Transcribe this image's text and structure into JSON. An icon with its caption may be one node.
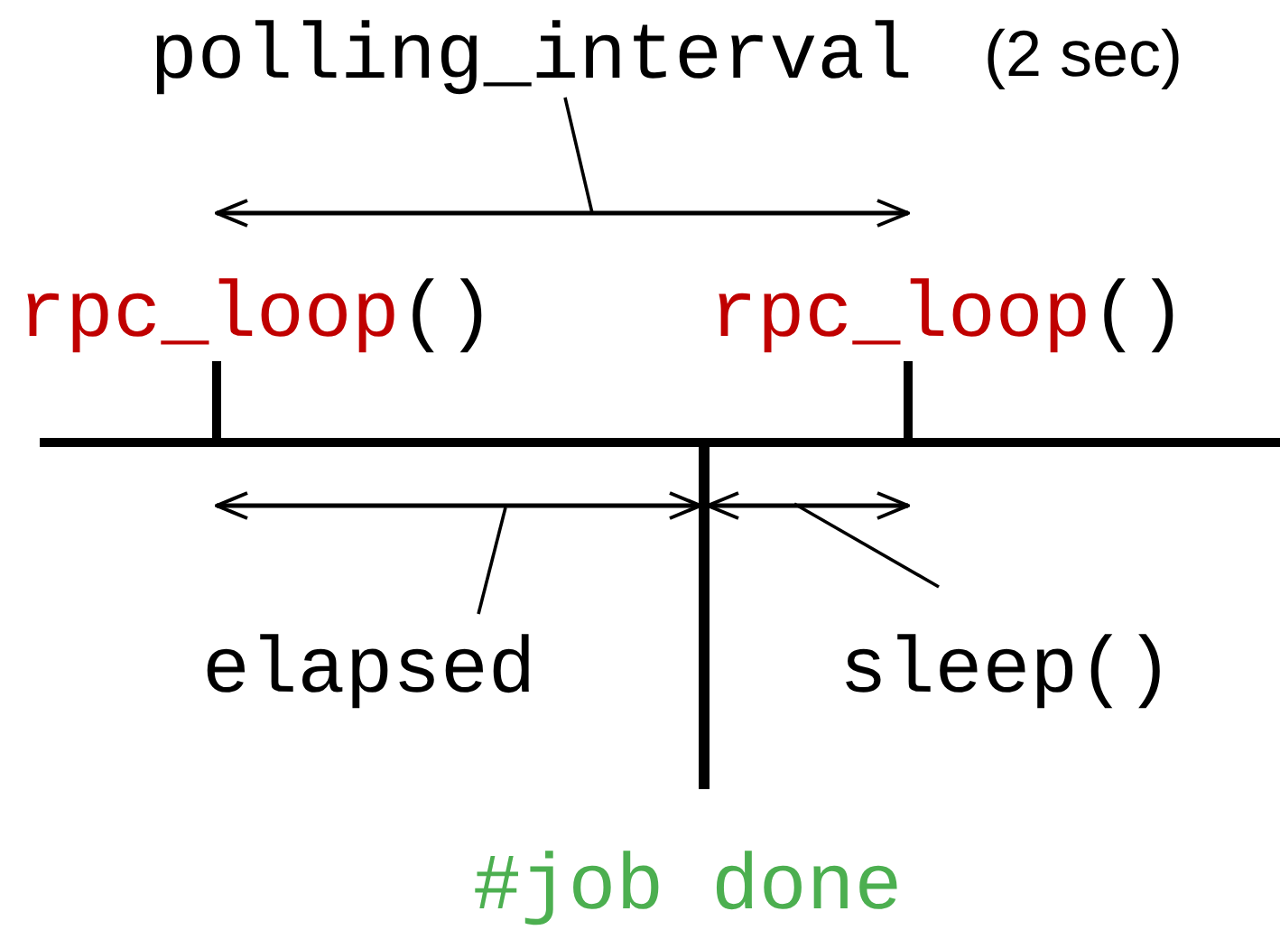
{
  "diagram": {
    "nodes": [
      {
        "text": [
          "polling_interval",
          "(2 sec)"
        ]
      },
      {
        "text": [
          "elapsed"
        ]
      },
      {
        "text": [
          "sleep()"
        ]
      }
    ],
    "edges": [
      {
        "from": 0,
        "to": null,
        "arrow": "none"
      },
      {
        "from": 1,
        "to": null,
        "arrow": "none"
      },
      {
        "from": 2,
        "to": null,
        "arrow": "none"
      }
    ],
    "labels": [
      "rpc_loop()",
      "rpc_loop()",
      "#job done"
    ]
  }
}
